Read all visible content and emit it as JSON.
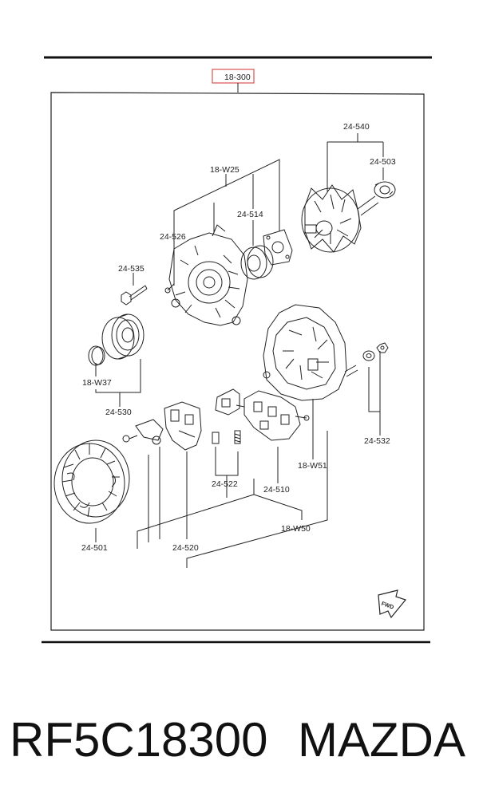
{
  "diagram": {
    "assembly_ref": "18-300",
    "labels": {
      "p24_540": "24-540",
      "p24_503": "24-503",
      "p18_w25": "18-W25",
      "p24_514": "24-514",
      "p24_526": "24-526",
      "p24_535": "24-535",
      "p18_w37": "18-W37",
      "p24_530": "24-530",
      "p24_532": "24-532",
      "p18_w51": "18-W51",
      "p24_522": "24-522",
      "p24_510": "24-510",
      "p18_w50": "18-W50",
      "p24_501": "24-501",
      "p24_520": "24-520",
      "fwd": "FWD"
    },
    "highlight_color": "#d9534f"
  },
  "caption": {
    "part_number": "RF5C18300",
    "brand": "MAZDA"
  }
}
